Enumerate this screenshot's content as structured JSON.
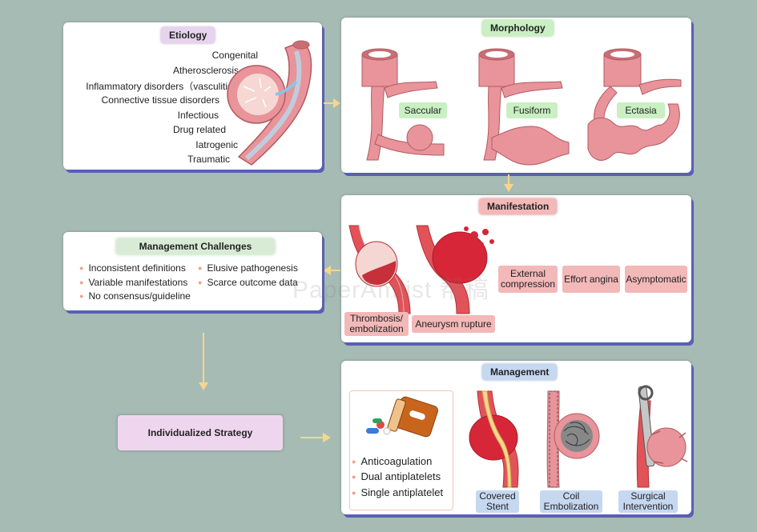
{
  "etiology": {
    "title": "Etiology",
    "causes": [
      "Congenital",
      "Atherosclerosis",
      "Inflammatory disorders（vasculitis）",
      "Connective tissue disorders",
      "Infectious",
      "Drug related",
      "Iatrogenic",
      "Traumatic"
    ]
  },
  "morphology": {
    "title": "Morphology",
    "types": [
      "Saccular",
      "Fusiform",
      "Ectasia"
    ]
  },
  "manifestation": {
    "title": "Manifestation",
    "items": [
      "Thrombosis/ embolization",
      "Aneurysm rupture",
      "External compression",
      "Effort angina",
      "Asymptomatic"
    ]
  },
  "challenges": {
    "title": "Management Challenges",
    "items": [
      "Inconsistent definitions",
      "Elusive pathogenesis",
      "Variable manifestations",
      "Scarce outcome data",
      "No consensus/guideline"
    ]
  },
  "strategy": {
    "label": "Individualized Strategy"
  },
  "management": {
    "title": "Management",
    "drugs": [
      "Anticoagulation",
      "Dual antiplatelets",
      "Single antiplatelet"
    ],
    "procedures": [
      "Covered Stent",
      "Coil Embolization",
      "Surgical Intervention"
    ]
  },
  "watermark": "PaperAmtist 帮稿",
  "colors": {
    "background": "#a7bbb5",
    "panel_shadow": "#5a5fb4",
    "etiology_pill": "#e7d3ee",
    "morphology_pill": "#c9efc3",
    "manifestation_pill": "#f3b8b8",
    "challenges_pill": "#d8ecd5",
    "management_pill": "#c6d7f0",
    "vessel": "#e8949a",
    "arrow": "#f6d58d"
  }
}
